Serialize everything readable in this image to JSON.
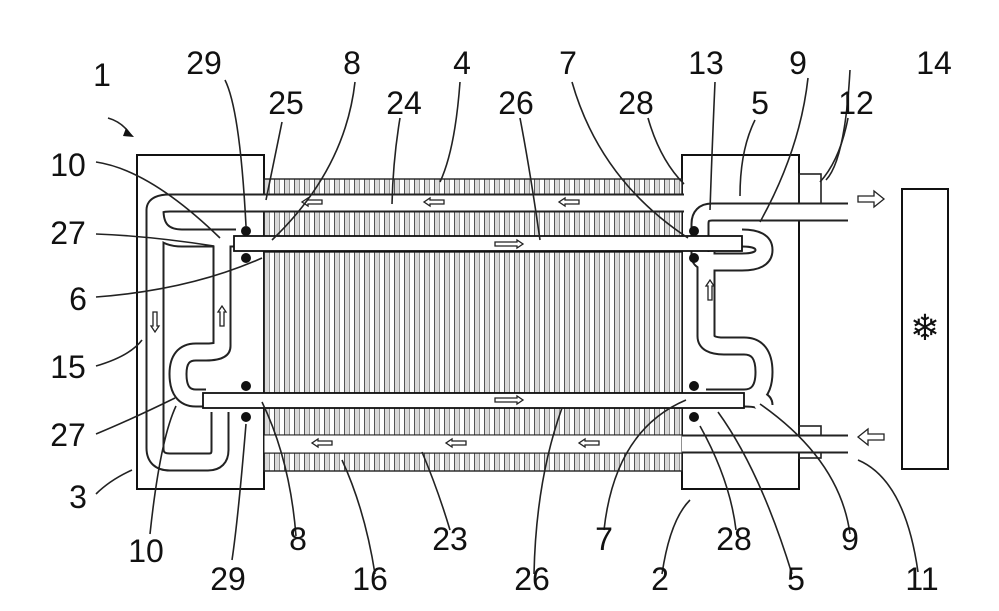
{
  "figure": {
    "references": [
      {
        "id": "r1",
        "text": "1"
      },
      {
        "id": "r29a",
        "text": "29"
      },
      {
        "id": "r8a",
        "text": "8"
      },
      {
        "id": "r4",
        "text": "4"
      },
      {
        "id": "r7a",
        "text": "7"
      },
      {
        "id": "r13",
        "text": "13"
      },
      {
        "id": "r9a",
        "text": "9"
      },
      {
        "id": "r14",
        "text": "14"
      },
      {
        "id": "r25",
        "text": "25"
      },
      {
        "id": "r24",
        "text": "24"
      },
      {
        "id": "r26a",
        "text": "26"
      },
      {
        "id": "r28a",
        "text": "28"
      },
      {
        "id": "r5a",
        "text": "5"
      },
      {
        "id": "r12",
        "text": "12"
      },
      {
        "id": "r10a",
        "text": "10"
      },
      {
        "id": "r27a",
        "text": "27"
      },
      {
        "id": "r6",
        "text": "6"
      },
      {
        "id": "r15",
        "text": "15"
      },
      {
        "id": "r27b",
        "text": "27"
      },
      {
        "id": "r3",
        "text": "3"
      },
      {
        "id": "r10b",
        "text": "10"
      },
      {
        "id": "r8b",
        "text": "8"
      },
      {
        "id": "r23",
        "text": "23"
      },
      {
        "id": "r7b",
        "text": "7"
      },
      {
        "id": "r28b",
        "text": "28"
      },
      {
        "id": "r9b",
        "text": "9"
      },
      {
        "id": "r29b",
        "text": "29"
      },
      {
        "id": "r16",
        "text": "16"
      },
      {
        "id": "r26b",
        "text": "26"
      },
      {
        "id": "r2",
        "text": "2"
      },
      {
        "id": "r5b",
        "text": "5"
      },
      {
        "id": "r11",
        "text": "11"
      }
    ],
    "cold_unit_symbol": "❄"
  }
}
